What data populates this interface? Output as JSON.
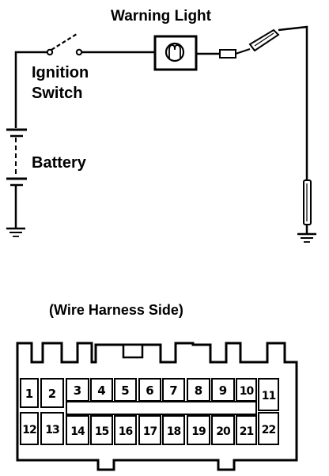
{
  "schematic": {
    "warning_light_label": "Warning Light",
    "ignition_label_line1": "Ignition",
    "ignition_label_line2": "Switch",
    "battery_label": "Battery"
  },
  "connector": {
    "caption": "(Wire Harness Side)",
    "terminals": [
      "1",
      "2",
      "3",
      "4",
      "5",
      "6",
      "7",
      "8",
      "9",
      "10",
      "11",
      "12",
      "13",
      "14",
      "15",
      "16",
      "17",
      "18",
      "19",
      "20",
      "21",
      "22"
    ]
  }
}
